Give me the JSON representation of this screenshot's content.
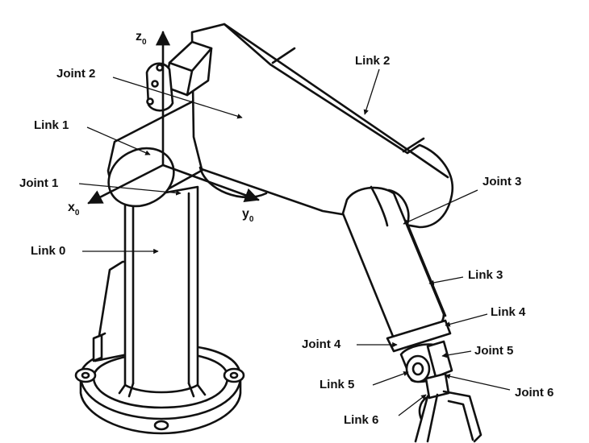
{
  "diagram": {
    "axes": [
      {
        "id": "z0",
        "letter": "z",
        "sub": "0"
      },
      {
        "id": "x0",
        "letter": "x",
        "sub": "0"
      },
      {
        "id": "y0",
        "letter": "y",
        "sub": "0"
      }
    ],
    "labels": [
      {
        "id": "joint-2",
        "text": "Joint 2"
      },
      {
        "id": "link-2",
        "text": "Link 2"
      },
      {
        "id": "link-1",
        "text": "Link 1"
      },
      {
        "id": "joint-1",
        "text": "Joint 1"
      },
      {
        "id": "link-0",
        "text": "Link 0"
      },
      {
        "id": "joint-3",
        "text": "Joint 3"
      },
      {
        "id": "link-3",
        "text": "Link 3"
      },
      {
        "id": "link-4",
        "text": "Link 4"
      },
      {
        "id": "joint-4",
        "text": "Joint 4"
      },
      {
        "id": "joint-5",
        "text": "Joint 5"
      },
      {
        "id": "link-5",
        "text": "Link 5"
      },
      {
        "id": "joint-6",
        "text": "Joint 6"
      },
      {
        "id": "link-6",
        "text": "Link 6"
      }
    ]
  }
}
